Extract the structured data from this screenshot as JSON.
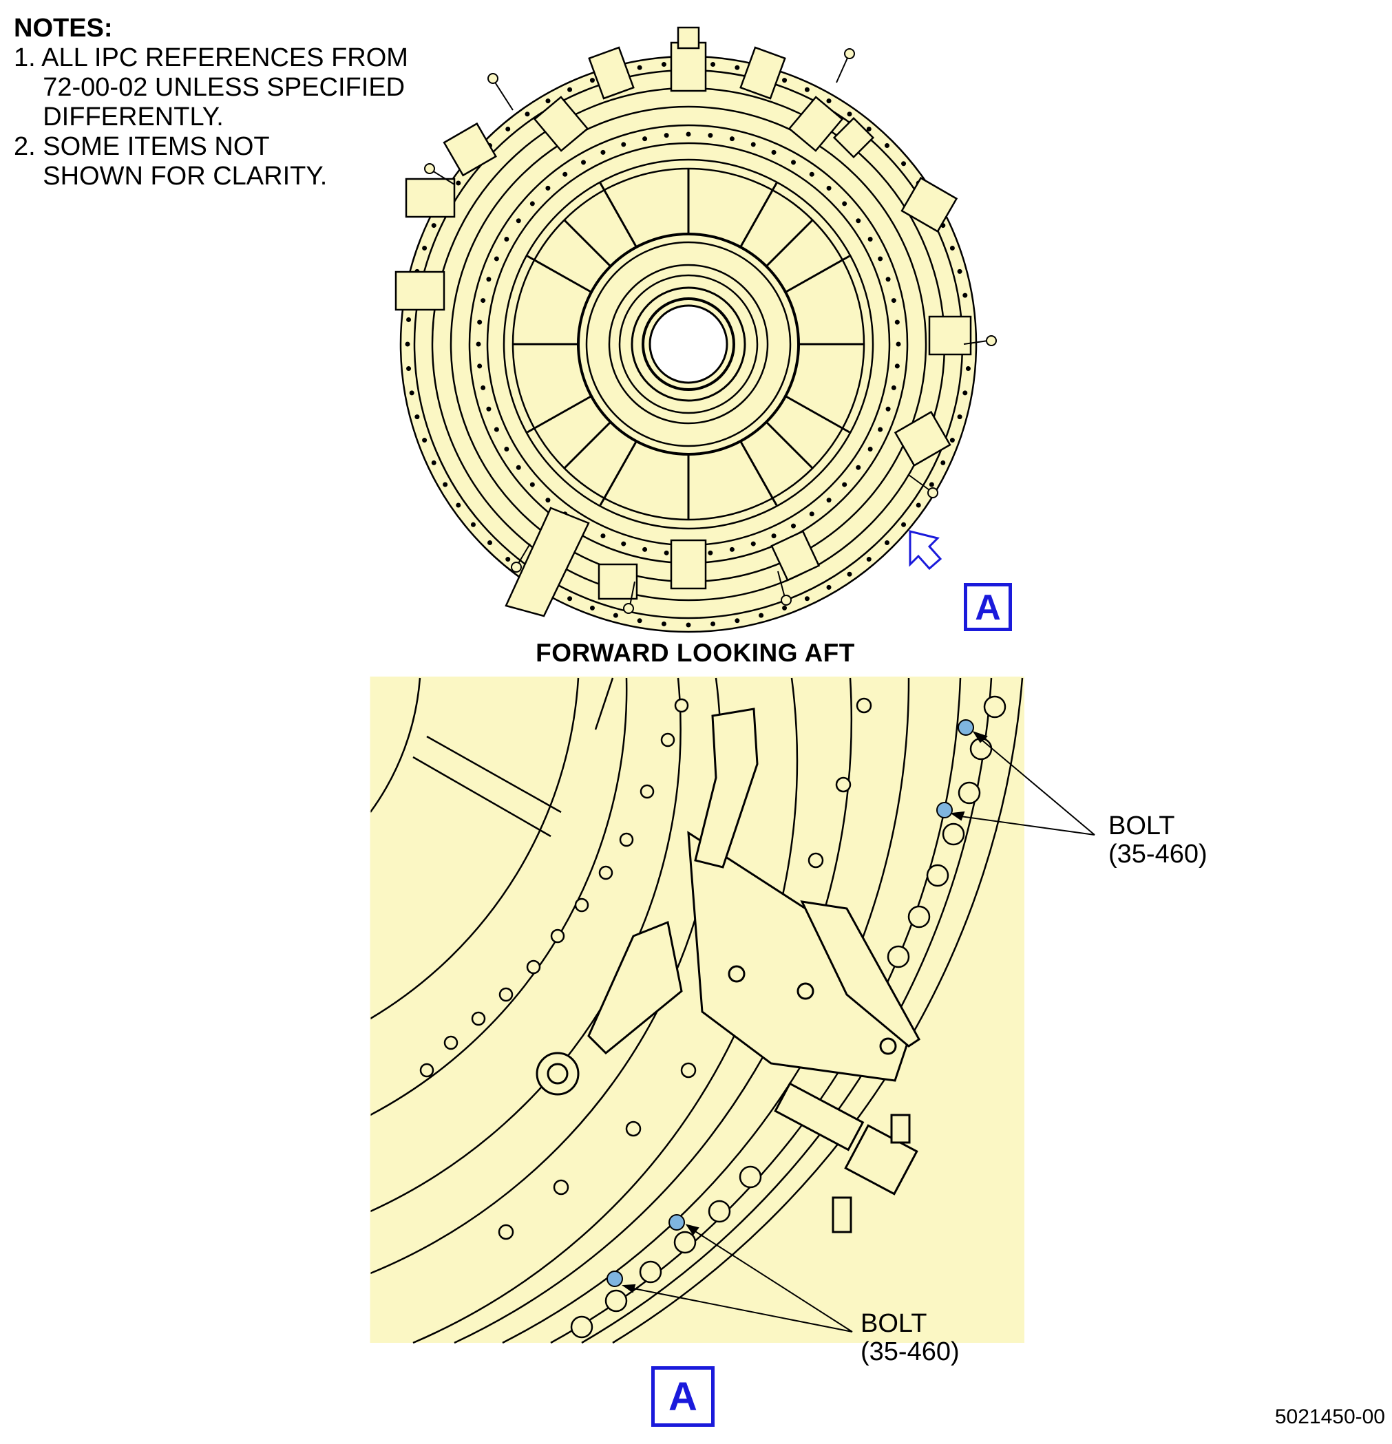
{
  "notes": {
    "heading": "NOTES:",
    "lines": [
      "1. ALL IPC REFERENCES FROM",
      "    72-00-02 UNLESS SPECIFIED",
      "    DIFFERENTLY.",
      "2. SOME ITEMS NOT",
      "    SHOWN FOR CLARITY."
    ]
  },
  "view_label": "FORWARD LOOKING AFT",
  "view_marker": "A",
  "callouts": {
    "upper": "BOLT\n(35-460)",
    "lower": "BOLT\n(35-460)"
  },
  "figure_id": "5021450-00",
  "colors": {
    "part_fill": "#fbf7c4",
    "outline": "#000000",
    "marker_blue": "#1a1adb",
    "bolt_highlight": "#7fb5e0"
  }
}
